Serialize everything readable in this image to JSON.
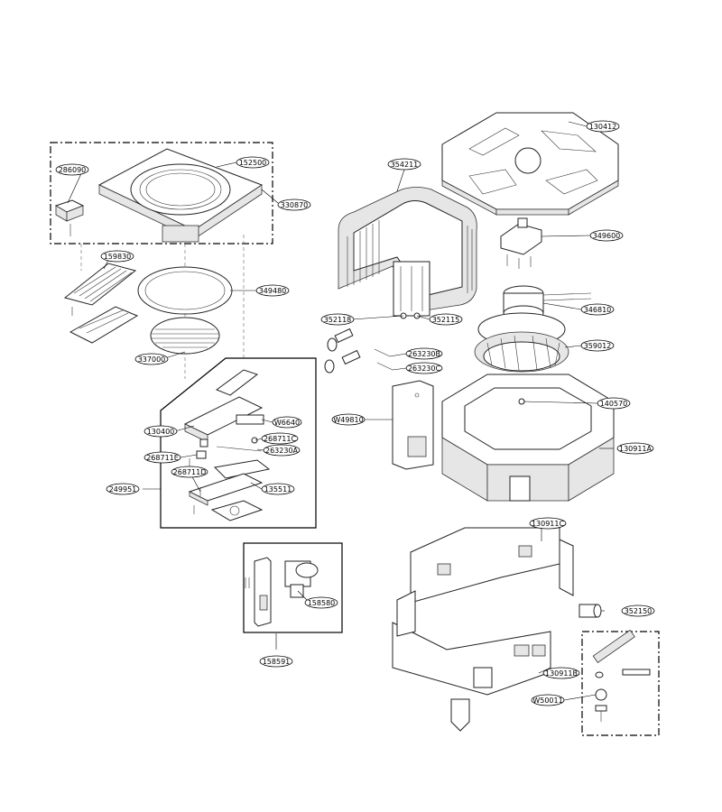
{
  "labels": {
    "l152500": "152500",
    "l286090": "286090",
    "l330870": "330870",
    "l159830": "159830",
    "l349480": "349480",
    "l337000": "337000",
    "l130400": "130400",
    "lW6640": "W6640",
    "l268711C": "268711C",
    "l268711E": "268711E",
    "l263230A": "263230A",
    "l268711D": "268711D",
    "l249951": "249951",
    "l135511": "135511",
    "l158580": "158580",
    "l158591": "158591",
    "l354211": "354211",
    "l130412": "130412",
    "l349600": "349600",
    "l346810": "346810",
    "l352118": "352118",
    "l352115": "352115",
    "l359012": "359012",
    "l263230B": "263230B",
    "l263230C": "263230C",
    "l140570": "140570",
    "lW49810": "W49810",
    "l130911A": "130911A",
    "l130911C": "130911C",
    "l352150": "352150",
    "l130911B": "130911B",
    "lW50011": "W50011"
  }
}
